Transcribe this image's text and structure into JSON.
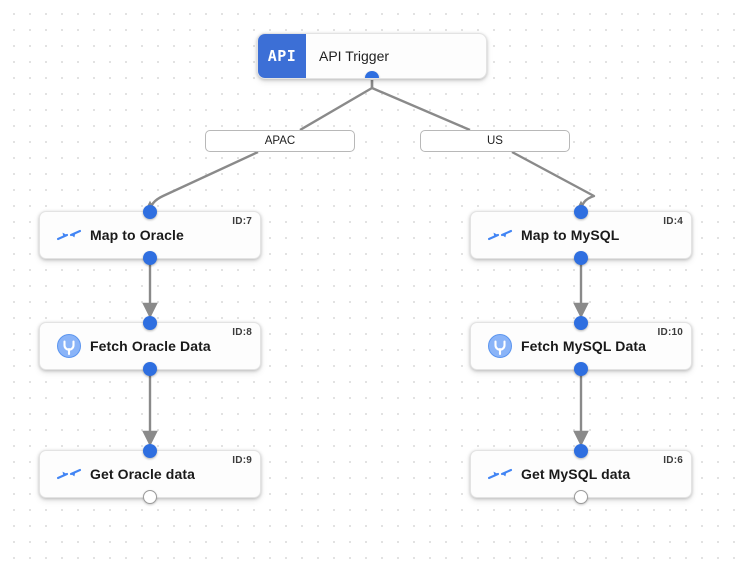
{
  "canvas": {
    "background_color": "#ffffff",
    "grid_dot_color": "#e0e0e0",
    "accent_color": "#2f6fe0",
    "edge_color": "#8a8a8a"
  },
  "trigger": {
    "badge_text": "API",
    "label": "API Trigger",
    "badge_color": "#3c6fd6",
    "icon": "api-icon"
  },
  "branches": [
    {
      "label": "APAC"
    },
    {
      "label": "US"
    }
  ],
  "nodes": [
    {
      "title": "Map to Oracle",
      "id_label": "ID:7",
      "icon": "map-transform-icon"
    },
    {
      "title": "Fetch Oracle Data",
      "id_label": "ID:8",
      "icon": "connector-plug-icon"
    },
    {
      "title": "Get Oracle data",
      "id_label": "ID:9",
      "icon": "map-transform-icon"
    },
    {
      "title": "Map to MySQL",
      "id_label": "ID:4",
      "icon": "map-transform-icon"
    },
    {
      "title": "Fetch MySQL Data",
      "id_label": "ID:10",
      "icon": "connector-plug-icon"
    },
    {
      "title": "Get MySQL data",
      "id_label": "ID:6",
      "icon": "map-transform-icon"
    }
  ]
}
